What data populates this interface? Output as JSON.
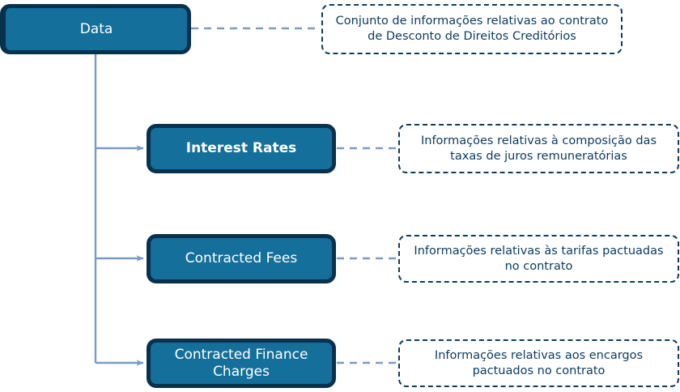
{
  "diagram": {
    "type": "tree-hierarchy",
    "colors": {
      "node_fill": "#156f9b",
      "node_border": "#07314d",
      "node_text": "#ffffff",
      "note_border": "#0d3c61",
      "note_text": "#0d3c61",
      "connector": "#7b9bc4",
      "background": "#ffffff"
    },
    "root": {
      "label": "Data",
      "note": "Conjunto de informações relativas ao contrato de Desconto de Direitos Creditórios"
    },
    "children": [
      {
        "label": "Interest Rates",
        "note": "Informações relativas à composição das taxas de juros remuneratórias"
      },
      {
        "label": "Contracted Fees",
        "note": "Informações relativas às tarifas pactuadas no contrato"
      },
      {
        "label": "Contracted Finance Charges",
        "note": "Informações relativas aos encargos pactuados no contrato"
      }
    ]
  }
}
